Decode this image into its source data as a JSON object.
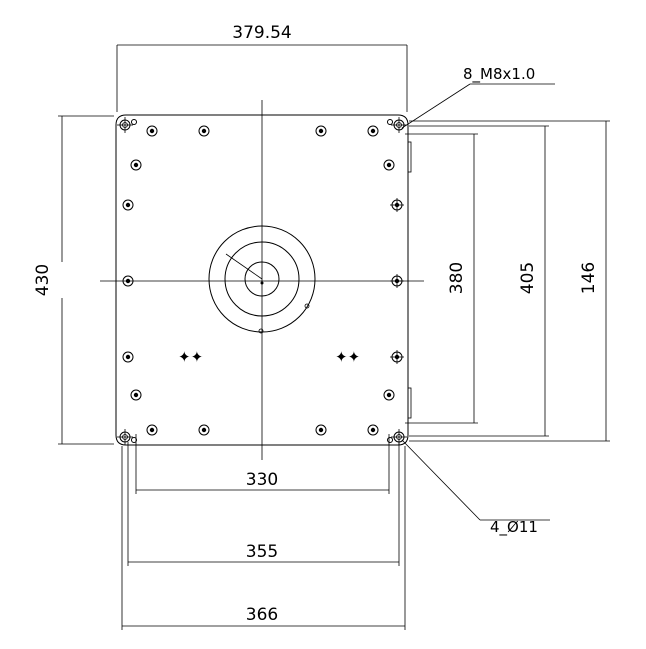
{
  "dimensions": {
    "top_width": "379.54",
    "left_height": "430",
    "hole_span_inner": "380",
    "hole_span_mid": "405",
    "overall_right": "146",
    "bottom_330": "330",
    "bottom_355": "355",
    "bottom_366": "366"
  },
  "callouts": {
    "threaded_holes": "8_M8x1.0",
    "through_holes": "4_Ø11"
  }
}
